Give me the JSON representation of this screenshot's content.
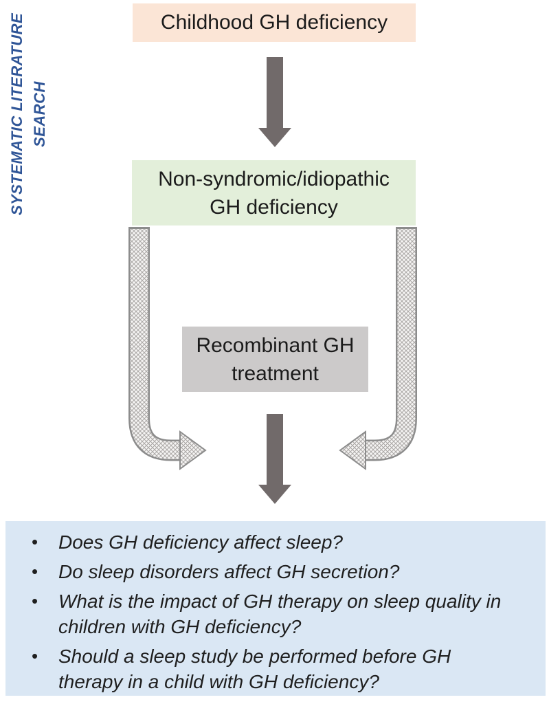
{
  "page": {
    "background": "#ffffff"
  },
  "sidebar_label": {
    "full_text": "SYSTEMATIC LITERATURE SEARCH",
    "lines": [
      "SYSTEMATIC LITERATURE",
      "SEARCH"
    ],
    "color": "#2f5597"
  },
  "flowchart": {
    "top_box": {
      "label": "Childhood GH deficiency",
      "bg": "#fbe5d6"
    },
    "middle_box": {
      "full_text": "Non-syndromic/idiopathic GH deficiency",
      "lines": [
        "Non-syndromic/idiopathic",
        "GH deficiency"
      ],
      "bg": "#e3efda"
    },
    "treatment_box": {
      "full_text": "Recombinant GH treatment",
      "lines": [
        "Recombinant GH",
        "treatment"
      ],
      "bg": "#cccaca"
    },
    "solid_arrow_color": "#716a6a",
    "curved_arrow_outline_color": "#8c8c8c",
    "curved_arrow_pattern_color": "#aaa7a5"
  },
  "questions": {
    "bg": "#dae7f4",
    "bullet_char": "•",
    "items": [
      {
        "full_text": "Does GH deficiency affect sleep?",
        "lines": [
          "Does GH deficiency affect sleep?"
        ]
      },
      {
        "full_text": "Do sleep disorders affect GH secretion?",
        "lines": [
          "Do sleep disorders affect GH secretion?"
        ]
      },
      {
        "full_text": "What is the impact of GH therapy on sleep quality in children with GH deficiency?",
        "lines": [
          "What is the impact of GH therapy on sleep quality in",
          "children with GH deficiency?"
        ]
      },
      {
        "full_text": "Should a sleep study be performed before GH therapy in a child with GH deficiency?",
        "lines": [
          "Should a sleep study be performed before GH",
          "therapy in a child with GH deficiency?"
        ]
      }
    ]
  }
}
